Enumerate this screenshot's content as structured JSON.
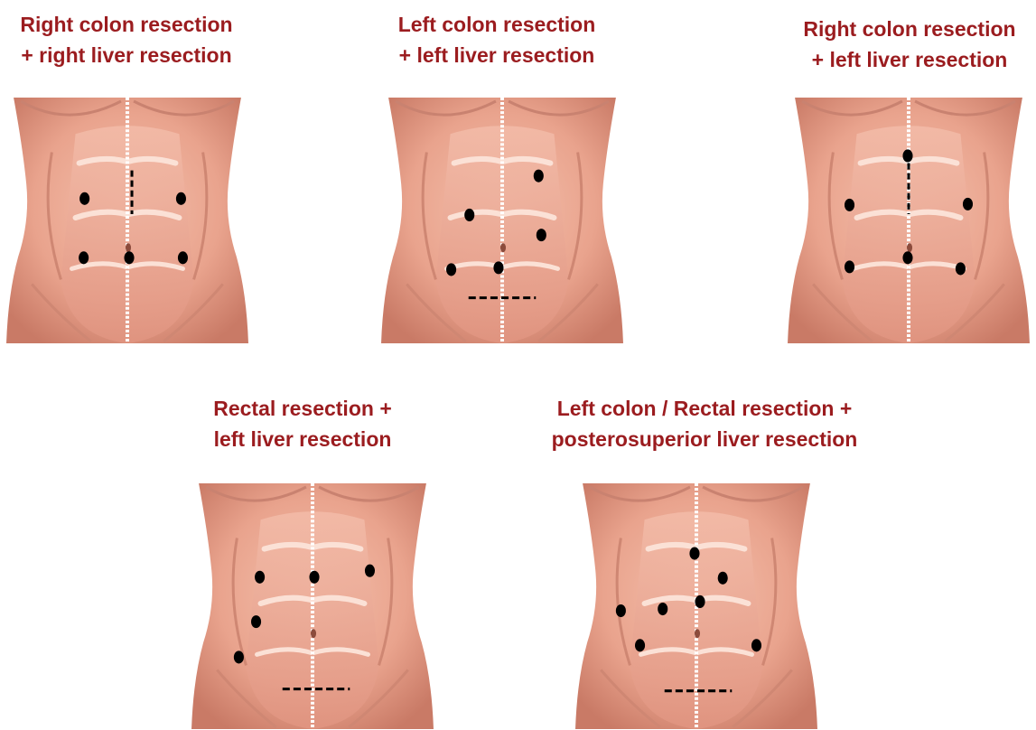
{
  "figure": {
    "panels": [
      {
        "caption_lines": [
          "Right colon resection",
          "+ right liver resection"
        ]
      },
      {
        "caption_lines": [
          "Left colon resection",
          "+ left liver resection"
        ]
      },
      {
        "caption_lines": [
          "Right colon resection",
          "+ left liver resection"
        ]
      },
      {
        "caption_lines": [
          "Rectal resection +",
          "left liver resection"
        ]
      },
      {
        "caption_lines": [
          "Left colon / Rectal resection +",
          "posterosuperior liver resection"
        ]
      }
    ]
  },
  "colors": {
    "caption": "#9b1c1f",
    "skin": "#eba58f",
    "port": "#000000"
  }
}
